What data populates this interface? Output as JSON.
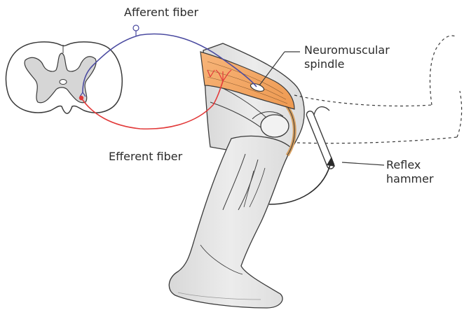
{
  "labels": {
    "afferent": "Afferent fiber",
    "efferent": "Efferent fiber",
    "spindle_line1": "Neuromuscular",
    "spindle_line2": "spindle",
    "hammer_line1": "Reflex",
    "hammer_line2": "hammer"
  },
  "colors": {
    "afferent_fiber": "#4a4aa0",
    "efferent_fiber": "#e23a3a",
    "muscle": "#f2a15c",
    "leg_fill": "#e6e6e6",
    "outline": "#3a3a3a"
  }
}
